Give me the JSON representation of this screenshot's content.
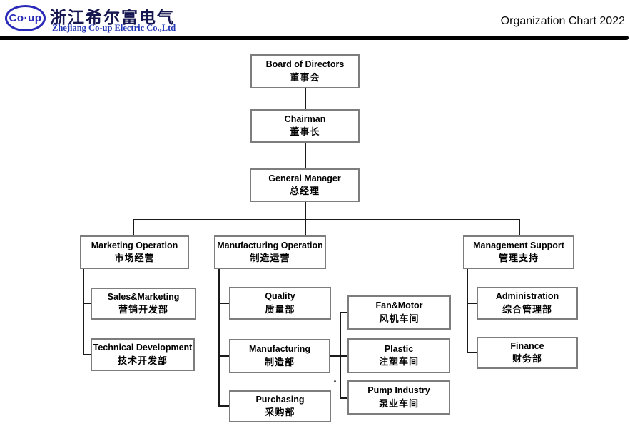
{
  "header": {
    "logo_text": "Co·up",
    "company_name_cn": "浙江希尔富电气",
    "company_name_en": "Zhejiang Co-up Electric Co.,Ltd",
    "page_title": "Organization Chart 2022"
  },
  "colors": {
    "logo_blue": "#2a2ab8",
    "company_cn_text": "#161650",
    "company_en_text": "#2336b4",
    "box_border": "#7d7d7d",
    "connector": "#1a1a1a",
    "header_rule": "#000000"
  },
  "org_chart": {
    "nodes": {
      "board": {
        "en": "Board of Directors",
        "cn": "董事会",
        "reports_to": null
      },
      "chairman": {
        "en": "Chairman",
        "cn": "董事长",
        "reports_to": "board"
      },
      "general_manager": {
        "en": "General Manager",
        "cn": "总经理",
        "reports_to": "chairman"
      },
      "marketing_operation": {
        "en": "Marketing Operation",
        "cn": "市场经营",
        "reports_to": "general_manager"
      },
      "manufacturing_operation": {
        "en": "Manufacturing Operation",
        "cn": "制造运营",
        "reports_to": "general_manager"
      },
      "management_support": {
        "en": "Management Support",
        "cn": "管理支持",
        "reports_to": "general_manager"
      },
      "sales_marketing": {
        "en": "Sales&Marketing",
        "cn": "营销开发部",
        "reports_to": "marketing_operation"
      },
      "technical_development": {
        "en": "Technical Development",
        "cn": "技术开发部",
        "reports_to": "marketing_operation"
      },
      "quality": {
        "en": "Quality",
        "cn": "质量部",
        "reports_to": "manufacturing_operation"
      },
      "manufacturing": {
        "en": "Manufacturing",
        "cn": "制造部",
        "reports_to": "manufacturing_operation"
      },
      "purchasing": {
        "en": "Purchasing",
        "cn": "采购部",
        "reports_to": "manufacturing_operation"
      },
      "fan_motor": {
        "en": "Fan&Motor",
        "cn": "风机车间",
        "reports_to": "manufacturing"
      },
      "plastic": {
        "en": "Plastic",
        "cn": "注塑车间",
        "reports_to": "manufacturing"
      },
      "pump_industry": {
        "en": "Pump Industry",
        "cn": "泵业车间",
        "reports_to": "manufacturing"
      },
      "administration": {
        "en": "Administration",
        "cn": "综合管理部",
        "reports_to": "management_support"
      },
      "finance": {
        "en": "Finance",
        "cn": "财务部",
        "reports_to": "management_support"
      }
    }
  }
}
